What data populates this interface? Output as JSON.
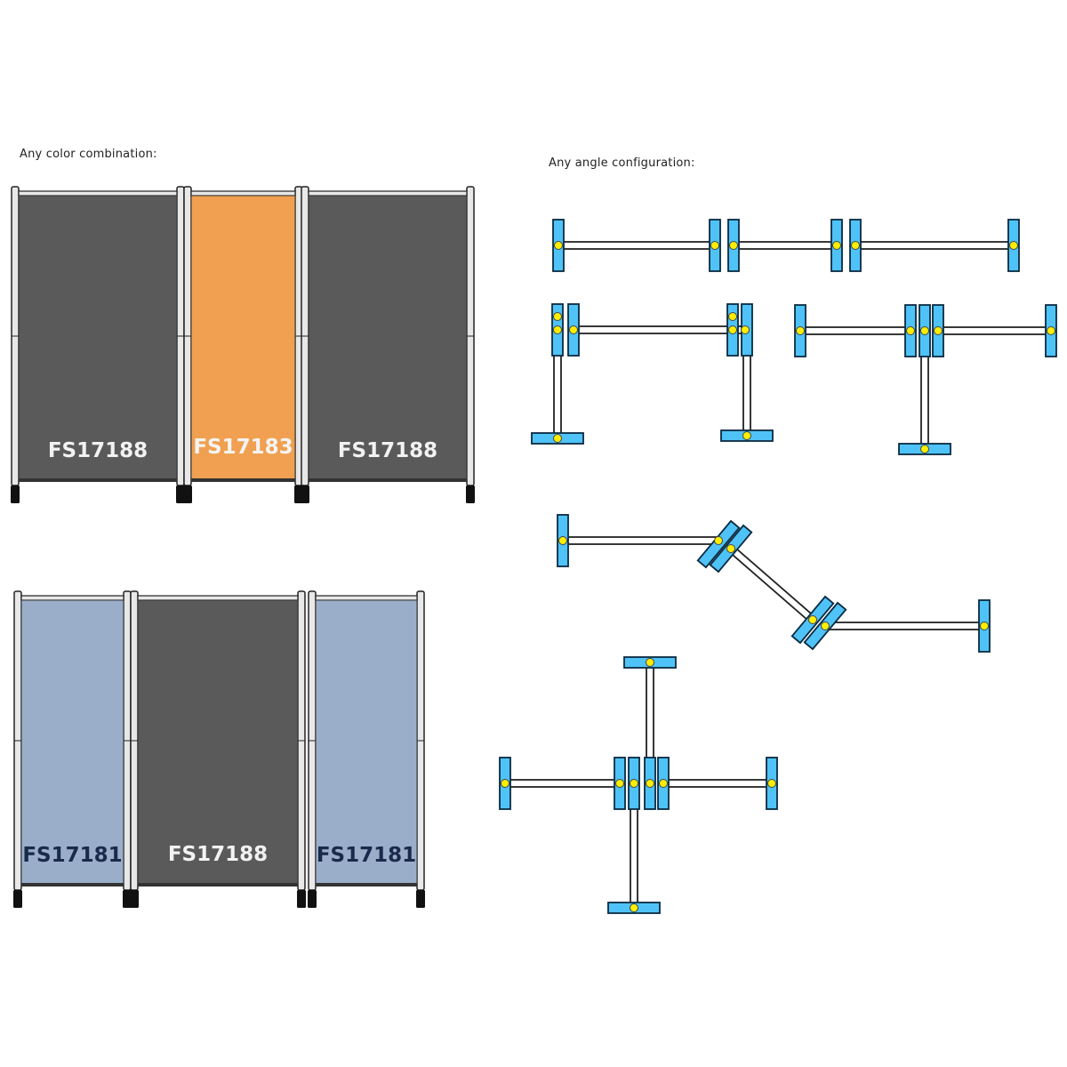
{
  "captions": {
    "color": "Any color combination:",
    "angle": "Any angle configuration:"
  },
  "colors": {
    "dark_fabric": "#5a5a5a",
    "orange_fabric": "#f0a050",
    "blue_fabric": "#9aaeca",
    "frame": "#e8e8e8",
    "outline": "#222222",
    "foot": "#4fc3f7",
    "pin": "#ffee00"
  },
  "panels": {
    "top": [
      {
        "code": "FS17188",
        "fabric": "dark_fabric",
        "label_color": "#f2f2f2"
      },
      {
        "code": "FS17183",
        "fabric": "orange_fabric",
        "label_color": "#f4f4f4"
      },
      {
        "code": "FS17188",
        "fabric": "dark_fabric",
        "label_color": "#f2f2f2"
      }
    ],
    "bottom": [
      {
        "code": "FS17181",
        "fabric": "blue_fabric",
        "label_color": "#1a2a4a"
      },
      {
        "code": "FS17188",
        "fabric": "dark_fabric",
        "label_color": "#f2f2f2"
      },
      {
        "code": "FS17181",
        "fabric": "blue_fabric",
        "label_color": "#1a2a4a"
      }
    ]
  },
  "configurations": [
    {
      "name": "straight-line"
    },
    {
      "name": "u-shape"
    },
    {
      "name": "t-shape"
    },
    {
      "name": "angled-zigzag"
    },
    {
      "name": "cross"
    }
  ]
}
